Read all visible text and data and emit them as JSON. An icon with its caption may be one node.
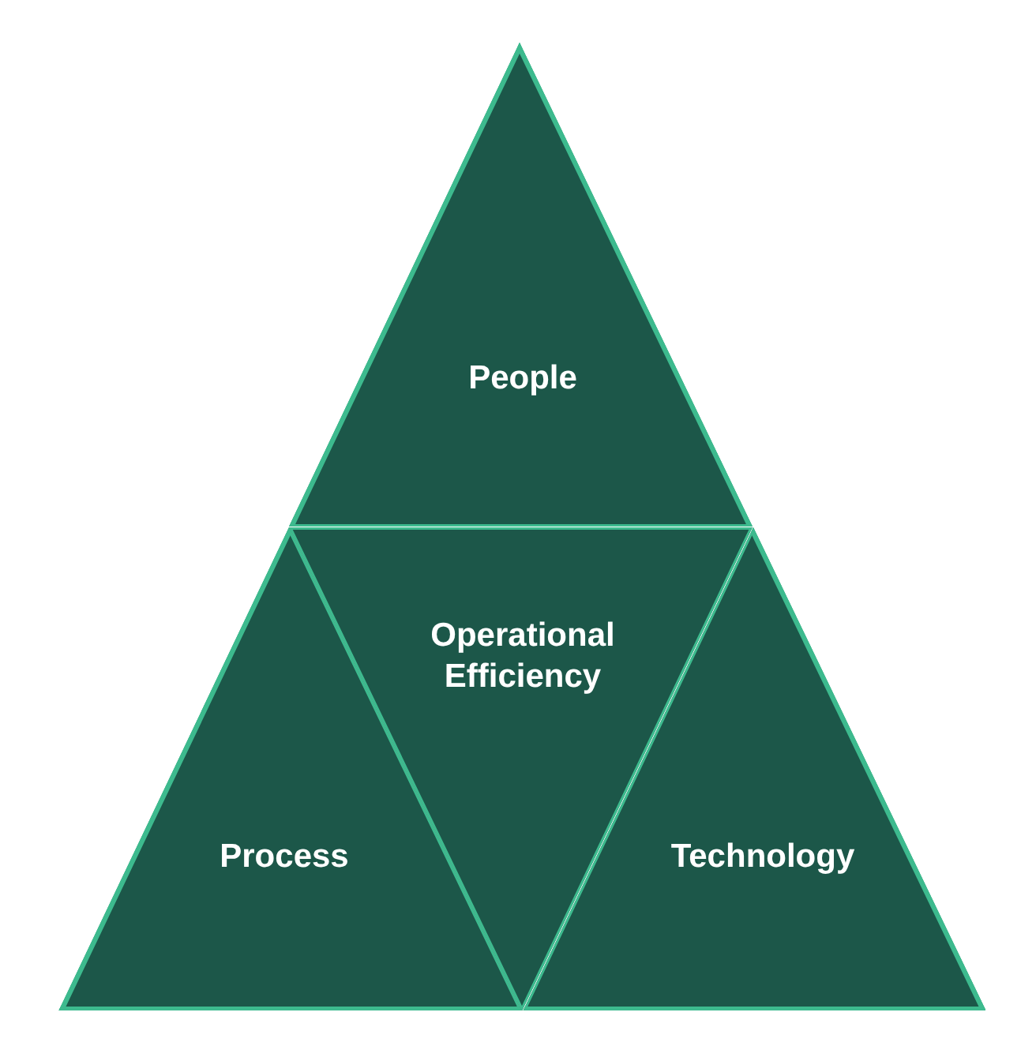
{
  "diagram": {
    "nodes": [
      {
        "text": [
          "People"
        ]
      },
      {
        "text": [
          "Process"
        ]
      },
      {
        "text": [
          "Operational Efficiency"
        ]
      },
      {
        "text": [
          "Technology"
        ]
      }
    ]
  }
}
